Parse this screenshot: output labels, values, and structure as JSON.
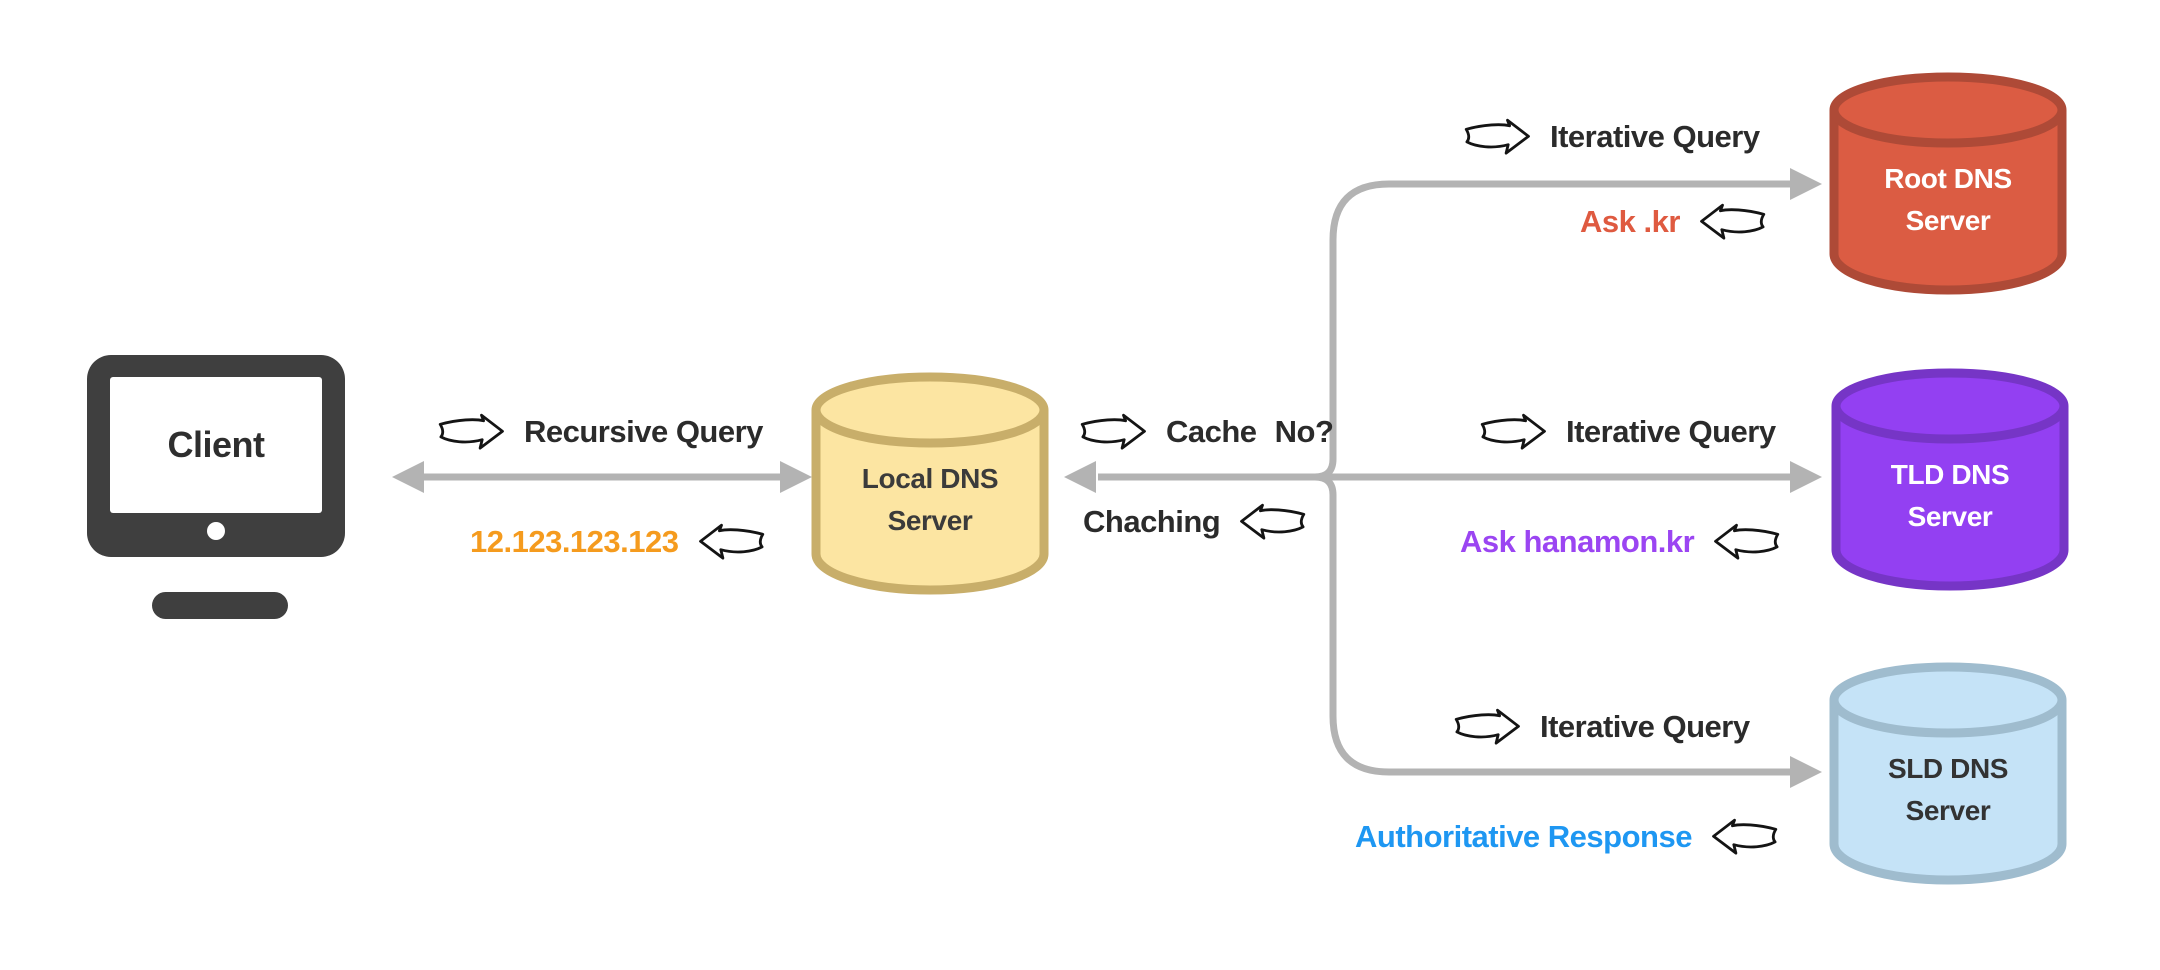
{
  "labels": {
    "recursive_query": "Recursive Query",
    "client_response": "12.123.123.123",
    "cache_check": "Cache No?",
    "caching": "Chaching",
    "iterative_query_root": "Iterative Query",
    "iterative_query_tld": "Iterative Query",
    "iterative_query_sld": "Iterative Query",
    "root_response": "Ask .kr",
    "tld_response": "Ask hanamon.kr",
    "sld_response": "Authoritative Response"
  },
  "nodes": {
    "client": {
      "label": "Client",
      "icon_color": "#3f3f3f"
    },
    "local_dns": {
      "line1": "Local DNS",
      "line2": "Server",
      "fill": "#FCE5A2",
      "border": "#C8AE6A",
      "text_color": "#3b3b3b"
    },
    "root_dns": {
      "line1": "Root DNS",
      "line2": "Server",
      "fill": "#DB5C43",
      "border": "#AE4A37",
      "text_color": "#ffffff"
    },
    "tld_dns": {
      "line1": "TLD DNS",
      "line2": "Server",
      "fill": "#9340F2",
      "border": "#7635C6",
      "text_color": "#ffffff"
    },
    "sld_dns": {
      "line1": "SLD DNS",
      "line2": "Server",
      "fill": "#C5E3F7",
      "border": "#9FBCCE",
      "text_color": "#333333"
    }
  },
  "colors": {
    "connector": "#b3b3b3",
    "label_dark": "#2b2b2b",
    "client_response": "#F59B1E",
    "root_response": "#DF5A40",
    "tld_response": "#9B45F2",
    "sld_response": "#1E97F2"
  }
}
